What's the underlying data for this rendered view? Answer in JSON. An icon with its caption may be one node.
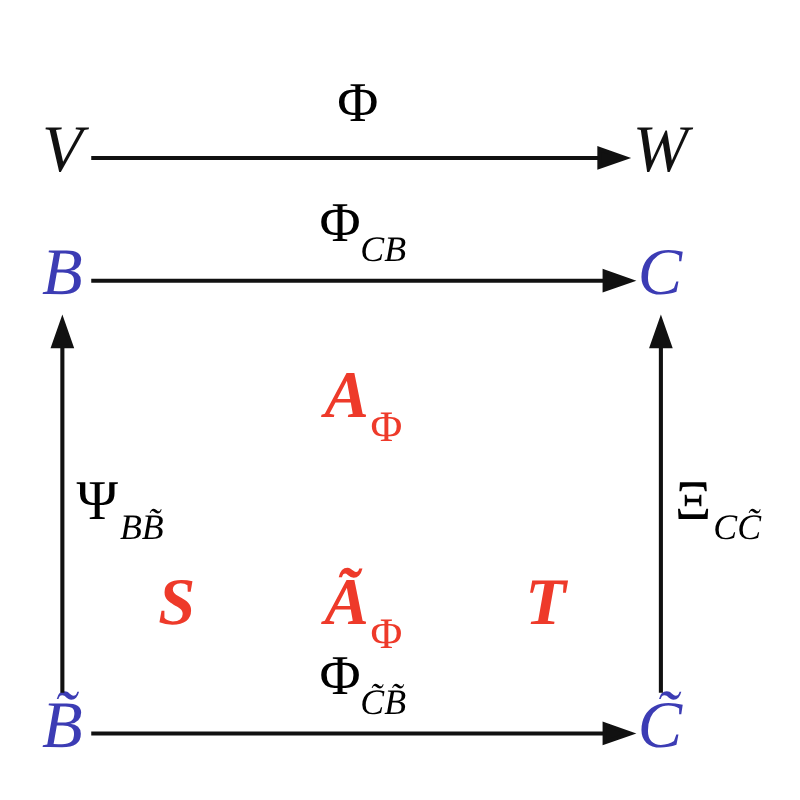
{
  "diagram": {
    "nodes": [
      {
        "text": [
          "V"
        ]
      },
      {
        "text": [
          "W"
        ]
      },
      {
        "text": [
          "B"
        ]
      },
      {
        "text": [
          "C"
        ]
      },
      {
        "text": [
          "B̃"
        ]
      },
      {
        "text": [
          "C̃"
        ]
      }
    ],
    "edges": [
      {
        "from": 0,
        "to": 1,
        "arrow": "to",
        "label": "Φ"
      },
      {
        "from": 2,
        "to": 3,
        "arrow": "to",
        "label": "Φ$_{CB}$"
      },
      {
        "from": 4,
        "to": 2,
        "arrow": "to",
        "label": "Ψ$_{BB̃}$"
      },
      {
        "from": 5,
        "to": 3,
        "arrow": "to",
        "label": "Ξ$_{CC̃}$"
      },
      {
        "from": 4,
        "to": 5,
        "arrow": "to",
        "label": "Φ$_{C̃B̃}$"
      }
    ],
    "labels": [
      "A$_{Φ}$",
      "S",
      "T",
      "Ã$_{Φ}$"
    ]
  }
}
